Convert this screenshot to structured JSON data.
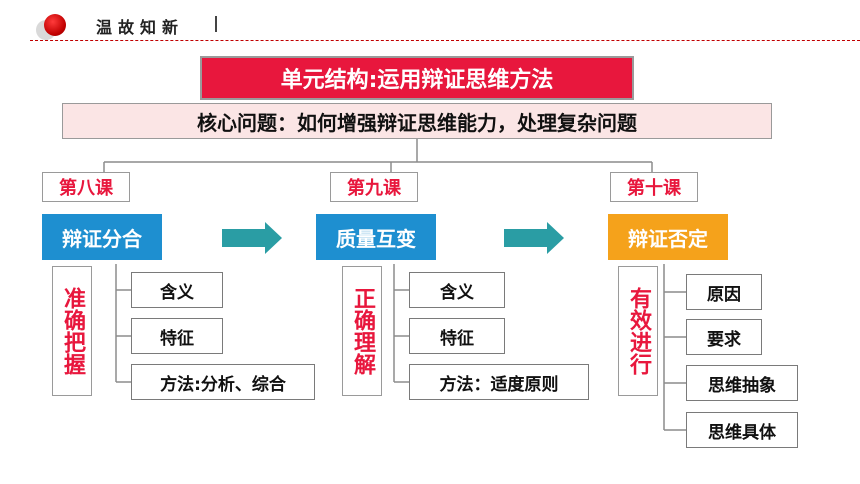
{
  "header": {
    "title": "温故知新"
  },
  "unit_title": "单元结构:运用辩证思维方法",
  "core_question": "核心问题：如何增强辩证思维能力，处理复杂问题",
  "columns": [
    {
      "lesson": "第八课",
      "topic": "辩证分合",
      "vertical_label": "准确把握",
      "items": [
        "含义",
        "特征",
        "方法:分析、综合"
      ]
    },
    {
      "lesson": "第九课",
      "topic": "质量互变",
      "vertical_label": "正确理解",
      "items": [
        "含义",
        "特征",
        "方法：适度原则"
      ]
    },
    {
      "lesson": "第十课",
      "topic": "辩证否定",
      "vertical_label": "有效进行",
      "items": [
        "原因",
        "要求",
        "思维抽象",
        "思维具体"
      ]
    }
  ],
  "colors": {
    "accent_red": "#e8173d",
    "blue": "#1e8fd0",
    "orange": "#f5a21b",
    "arrow_teal": "#2a9da4"
  }
}
